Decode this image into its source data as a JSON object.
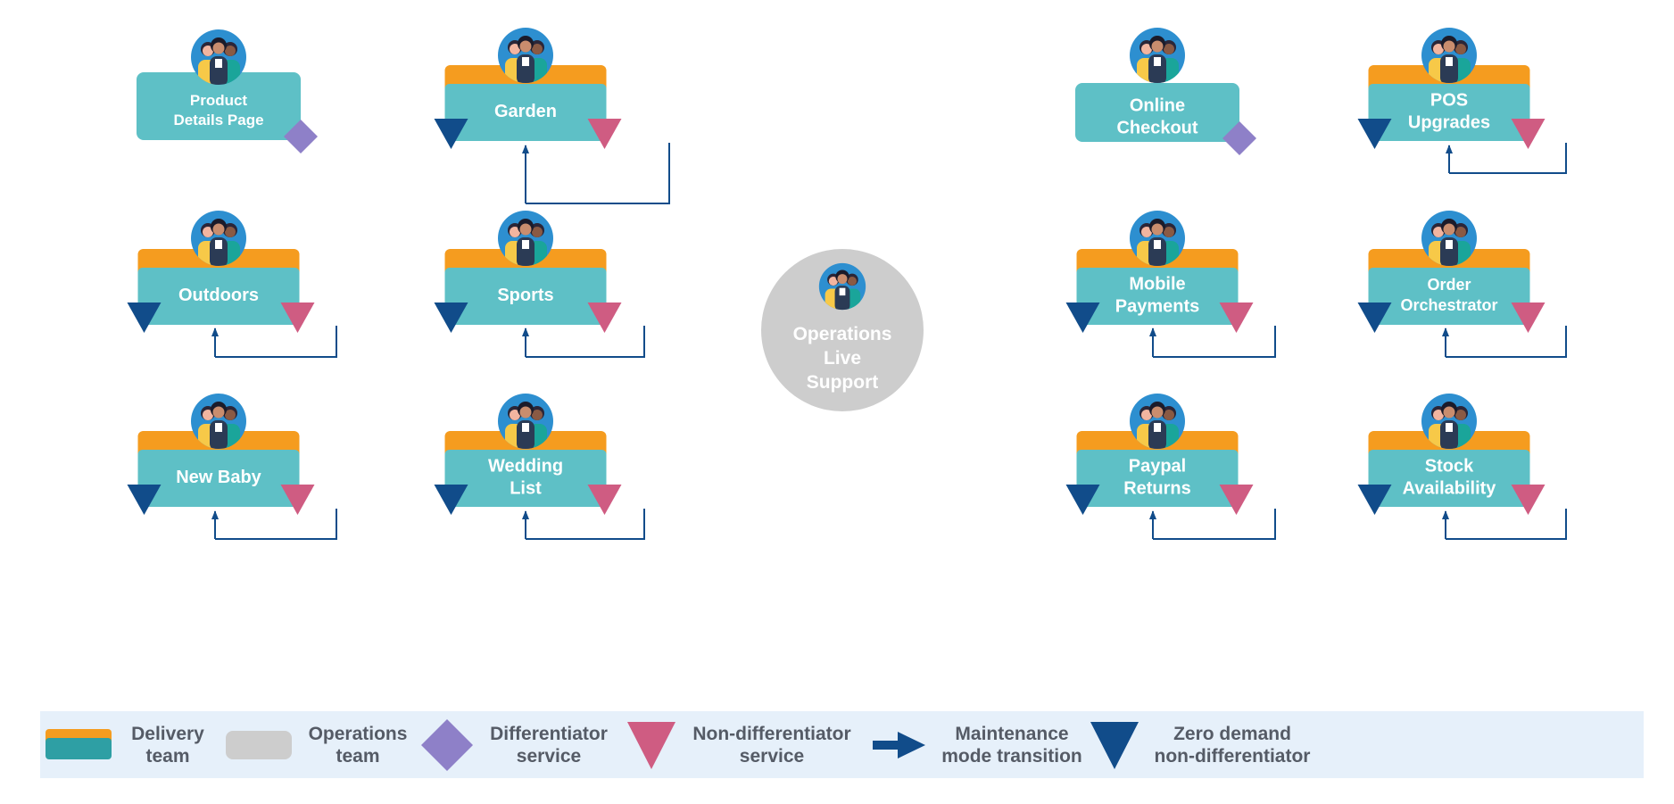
{
  "colors": {
    "teal": "#5ec0c6",
    "orange": "#f59c1f",
    "grey_circle": "#cdcdcd",
    "diamond": "#8e80c8",
    "pink_triangle": "#cf5c82",
    "navy_triangle": "#114c8a",
    "arrow": "#114c8a",
    "avatar_bg": "#2d8fd0",
    "legend_bg": "#e6f0fa"
  },
  "teams": [
    {
      "id": "product-details-page",
      "lines": [
        "Product",
        "Details Page"
      ],
      "kind": "plain",
      "marker": "differentiator",
      "icon": "team-avatar-icon"
    },
    {
      "id": "garden",
      "lines": [
        "Garden"
      ],
      "kind": "delivery",
      "marker": "non-differentiator",
      "icon": "team-avatar-icon"
    },
    {
      "id": "outdoors",
      "lines": [
        "Outdoors"
      ],
      "kind": "delivery",
      "marker": "non-differentiator",
      "icon": "team-avatar-icon"
    },
    {
      "id": "sports",
      "lines": [
        "Sports"
      ],
      "kind": "delivery",
      "marker": "non-differentiator",
      "icon": "team-avatar-icon"
    },
    {
      "id": "new-baby",
      "lines": [
        "New Baby"
      ],
      "kind": "delivery",
      "marker": "non-differentiator",
      "icon": "team-avatar-icon"
    },
    {
      "id": "wedding-list",
      "lines": [
        "Wedding",
        "List"
      ],
      "kind": "delivery",
      "marker": "non-differentiator",
      "icon": "team-avatar-icon"
    },
    {
      "id": "online-checkout",
      "lines": [
        "Online",
        "Checkout"
      ],
      "kind": "plain",
      "marker": "differentiator",
      "icon": "team-avatar-icon"
    },
    {
      "id": "pos-upgrades",
      "lines": [
        "POS",
        "Upgrades"
      ],
      "kind": "delivery",
      "marker": "non-differentiator",
      "icon": "team-avatar-icon"
    },
    {
      "id": "mobile-payments",
      "lines": [
        "Mobile",
        "Payments"
      ],
      "kind": "delivery",
      "marker": "non-differentiator",
      "icon": "team-avatar-icon"
    },
    {
      "id": "order-orchestrator",
      "lines": [
        "Order",
        "Orchestrator"
      ],
      "kind": "delivery",
      "marker": "non-differentiator",
      "icon": "team-avatar-icon"
    },
    {
      "id": "paypal-returns",
      "lines": [
        "Paypal",
        "Returns"
      ],
      "kind": "delivery",
      "marker": "non-differentiator",
      "icon": "team-avatar-icon"
    },
    {
      "id": "stock-availability",
      "lines": [
        "Stock",
        "Availability"
      ],
      "kind": "delivery",
      "marker": "non-differentiator",
      "icon": "team-avatar-icon"
    }
  ],
  "operations": {
    "lines": [
      "Operations",
      "Live",
      "Support"
    ],
    "icon": "team-avatar-icon"
  },
  "legend": [
    {
      "id": "delivery-team",
      "lines": [
        "Delivery",
        "team"
      ],
      "icon": "delivery-team-swatch-icon"
    },
    {
      "id": "operations-team",
      "lines": [
        "Operations",
        "team"
      ],
      "icon": "operations-team-swatch-icon"
    },
    {
      "id": "differentiator-service",
      "lines": [
        "Differentiator",
        "service"
      ],
      "icon": "diamond-icon"
    },
    {
      "id": "non-differentiator-service",
      "lines": [
        "Non-differentiator",
        "service"
      ],
      "icon": "pink-triangle-icon"
    },
    {
      "id": "maintenance-mode-transition",
      "lines": [
        "Maintenance",
        "mode transition"
      ],
      "icon": "arrow-right-icon"
    },
    {
      "id": "zero-demand-non-differentiator",
      "lines": [
        "Zero demand",
        "non-differentiator"
      ],
      "icon": "navy-triangle-icon"
    }
  ]
}
